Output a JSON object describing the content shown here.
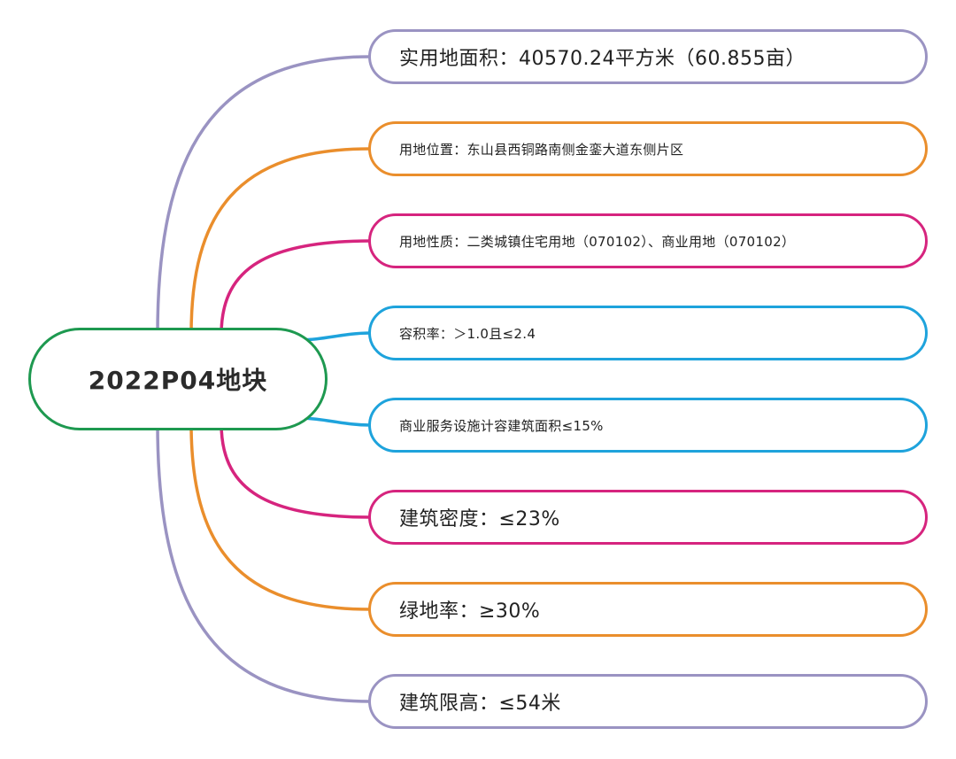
{
  "center": {
    "label": "2022P04地块",
    "color": "#1e9950"
  },
  "branches": [
    {
      "text": "实用地面积：40570.24平方米（60.855亩）",
      "color": "#9a93c2",
      "size": "big"
    },
    {
      "text": "用地位置：东山县西铜路南侧金銮大道东侧片区",
      "color": "#ea8e2c",
      "size": "small"
    },
    {
      "text": "用地性质：二类城镇住宅用地（070102）、商业用地（070102）",
      "color": "#d6247e",
      "size": "small"
    },
    {
      "text": "容积率：＞1.0且≤2.4",
      "color": "#1ea3dc",
      "size": "small"
    },
    {
      "text": "商业服务设施计容建筑面积≤15%",
      "color": "#1ea3dc",
      "size": "small"
    },
    {
      "text": "建筑密度：≤23%",
      "color": "#d6247e",
      "size": "big"
    },
    {
      "text": "绿地率：≥30%",
      "color": "#ea8e2c",
      "size": "big"
    },
    {
      "text": "建筑限高：≤54米",
      "color": "#9a93c2",
      "size": "big"
    }
  ]
}
